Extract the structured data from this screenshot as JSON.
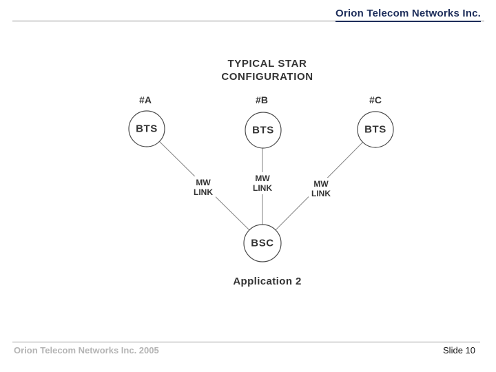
{
  "header": {
    "title": "Orion Telecom Networks Inc.",
    "accent_color": "#1d2d5a"
  },
  "diagram": {
    "title_line1": "TYPICAL STAR",
    "title_line2": "CONFIGURATION",
    "nodes": {
      "bts_a": {
        "tag": "#A",
        "label": "BTS"
      },
      "bts_b": {
        "tag": "#B",
        "label": "BTS"
      },
      "bts_c": {
        "tag": "#C",
        "label": "BTS"
      },
      "bsc": {
        "label": "BSC"
      }
    },
    "links": {
      "left": {
        "line1": "MW",
        "line2": "LINK"
      },
      "middle": {
        "line1": "MW",
        "line2": "LINK"
      },
      "right": {
        "line1": "MW",
        "line2": "LINK"
      }
    },
    "caption": "Application 2",
    "line_color": "#8a8a8a",
    "node_stroke_color": "#4a4a4a",
    "text_color": "#333333"
  },
  "footer": {
    "left": "Orion Telecom Networks Inc. 2005",
    "right": "Slide 10"
  }
}
